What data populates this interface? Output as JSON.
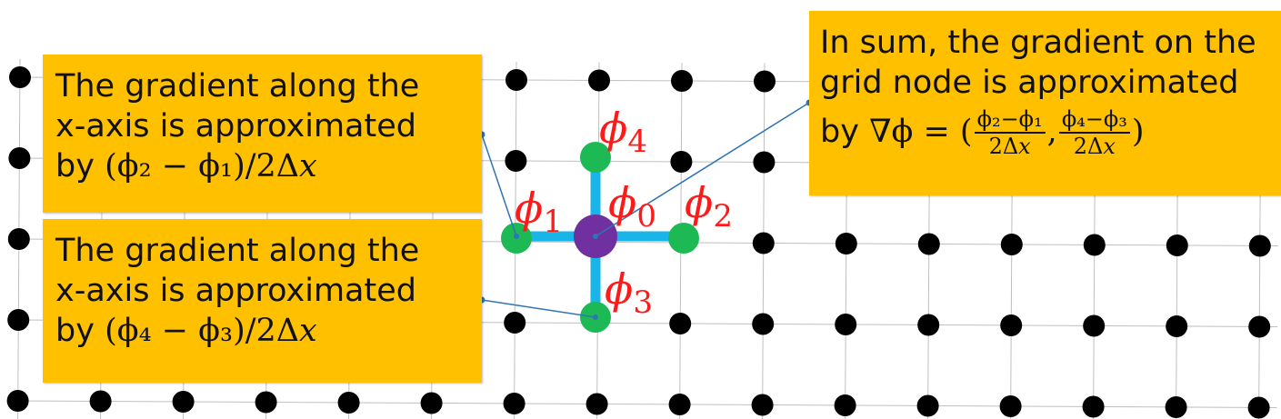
{
  "callouts": {
    "x_gradient": {
      "line1": "The gradient along the",
      "line2": "x-axis is approximated",
      "line3_prefix": "by ",
      "line3_math": "(ϕ₂ − ϕ₁)/2Δ𝑥"
    },
    "y_gradient": {
      "line1": "The gradient along the",
      "line2": "x-axis is approximated",
      "line3_prefix": "by ",
      "line3_math": "(ϕ₄ − ϕ₃)/2Δ𝑥"
    },
    "summary": {
      "line1": "In sum, the gradient on the",
      "line2": "grid node is approximated",
      "line3_prefix": "by ",
      "line3_lhs": "∇ϕ = (",
      "frac1_num": "ϕ₂−ϕ₁",
      "frac1_den": "2Δ𝑥",
      "separator": ",",
      "frac2_num": "ϕ₄−ϕ₃",
      "frac2_den": "2Δ𝑥",
      "line3_rhs": ")"
    }
  },
  "stencil_labels": {
    "phi0": {
      "sym": "ϕ",
      "sub": "0"
    },
    "phi1": {
      "sym": "ϕ",
      "sub": "1"
    },
    "phi2": {
      "sym": "ϕ",
      "sub": "2"
    },
    "phi3": {
      "sym": "ϕ",
      "sub": "3"
    },
    "phi4": {
      "sym": "ϕ",
      "sub": "4"
    }
  },
  "colors": {
    "callout_fill": "#FFC000",
    "label_text": "#FF1A1A",
    "grid_node": "#000000",
    "neighbor_node": "#1DB954",
    "center_node": "#7030A0",
    "stencil_arm": "#19B4E8",
    "leader_line": "#2E75B6",
    "grid_line": "#BFBFBF"
  }
}
